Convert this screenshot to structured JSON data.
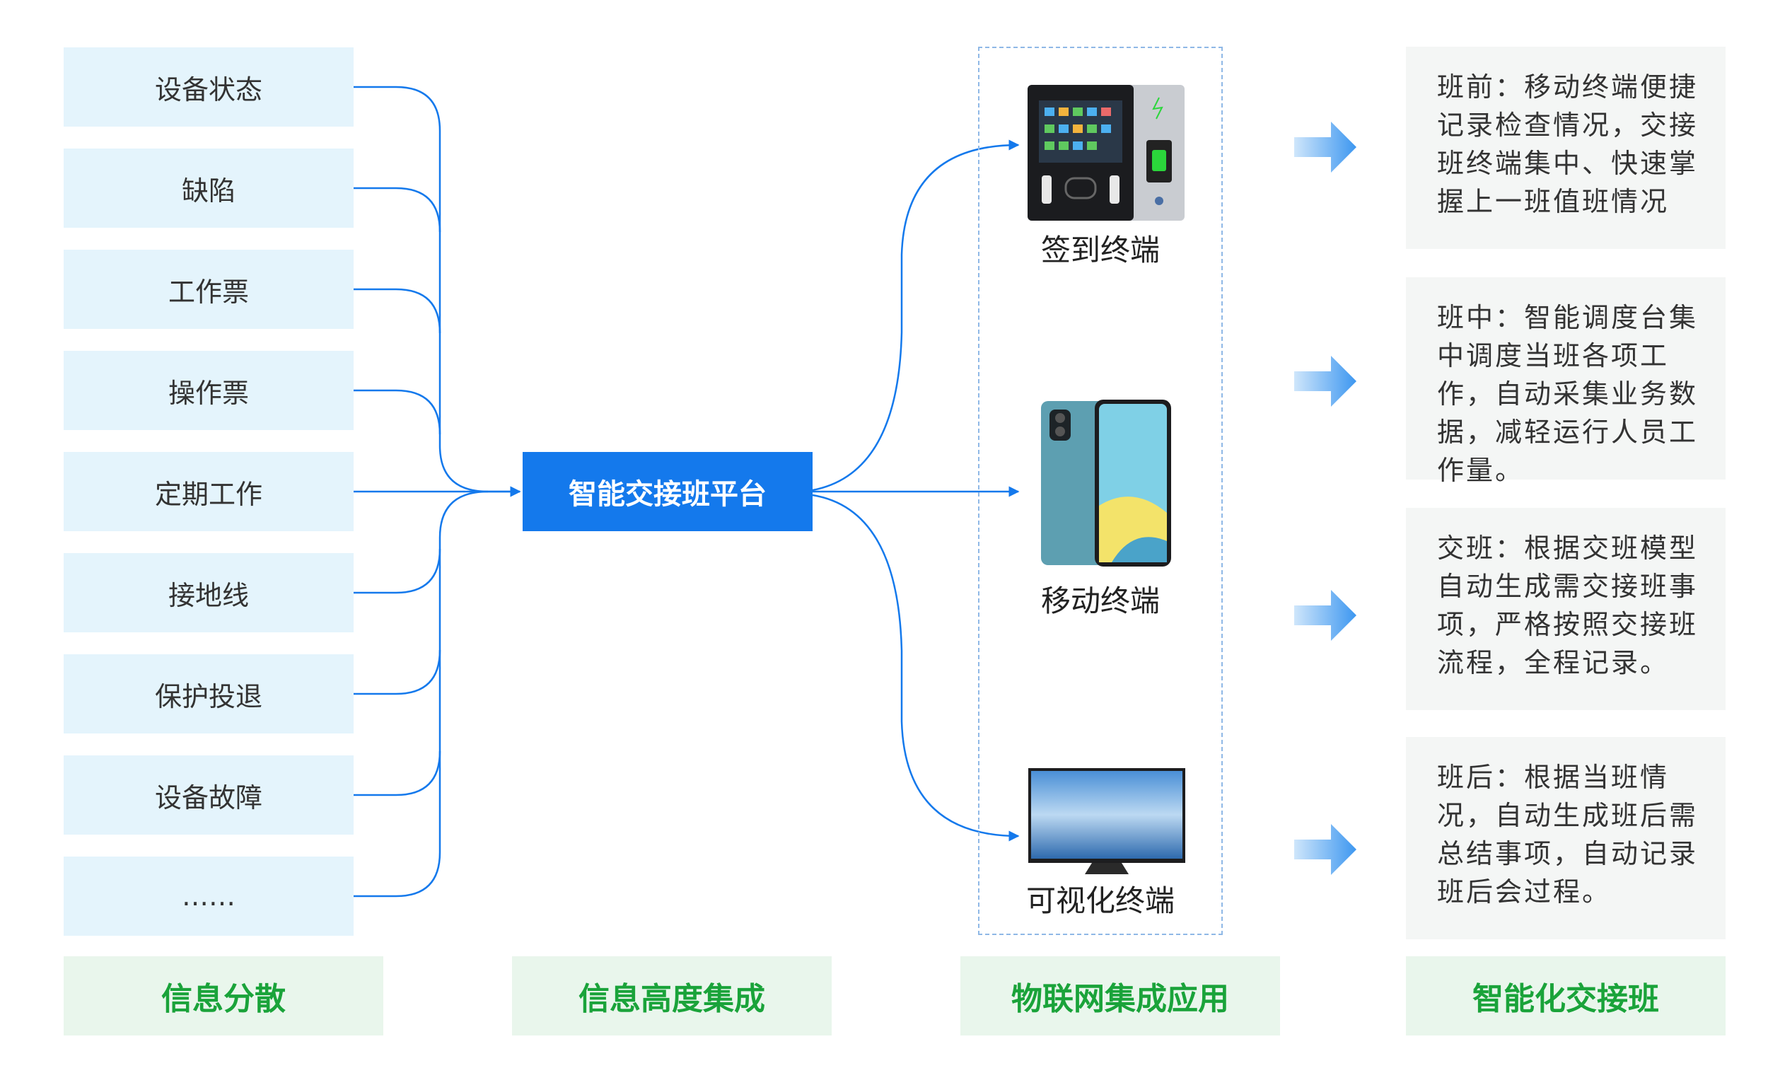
{
  "sources": [
    "设备状态",
    "缺陷",
    "工作票",
    "操作票",
    "定期工作",
    "接地线",
    "保护投退",
    "设备故障",
    "……"
  ],
  "hub": "智能交接班平台",
  "devices": [
    {
      "label": "签到终端",
      "icon": "attendance-terminal-icon"
    },
    {
      "label": "移动终端",
      "icon": "smartphone-icon"
    },
    {
      "label": "可视化终端",
      "icon": "tv-monitor-icon"
    }
  ],
  "descriptions": [
    "班前：移动终端便捷记录检查情况，交接班终端集中、快速掌握上一班值班情况",
    "班中：智能调度台集中调度当班各项工作，自动采集业务数据，减轻运行人员工作量。",
    "交班：根据交班模型自动生成需交接班事项，严格按照交接班流程，全程记录。",
    "班后：根据当班情况，自动生成班后需总结事项，自动记录班后会过程。"
  ],
  "stages": [
    "信息分散",
    "信息高度集成",
    "物联网集成应用",
    "智能化交接班"
  ],
  "colors": {
    "source_bg": "#e4f4fc",
    "hub_bg": "#1479ec",
    "connector": "#1479ec",
    "stage_bg": "#e9f6ec",
    "stage_text": "#1aa33a",
    "desc_bg": "#f4f6f5"
  }
}
